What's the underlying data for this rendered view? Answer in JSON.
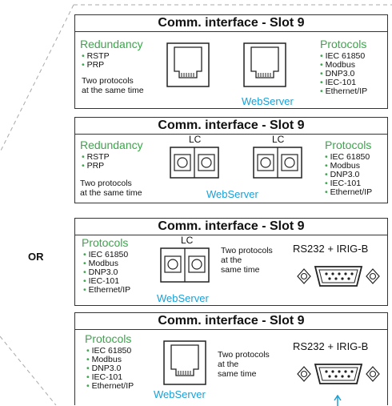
{
  "or_label": "OR",
  "panels": [
    {
      "title": "Comm. interface - Slot 9",
      "left_title": "Redundancy",
      "left_items": [
        "RSTP",
        "PRP"
      ],
      "note": "Two protocols\nat the same time",
      "webserver": "WebServer",
      "right_title": "Protocols",
      "right_items": [
        "IEC 61850",
        "Modbus",
        "DNP3.0",
        "IEC-101",
        "Ethernet/IP"
      ]
    },
    {
      "title": "Comm. interface - Slot 9",
      "left_title": "Redundancy",
      "left_items": [
        "RSTP",
        "PRP"
      ],
      "note": "Two protocols\nat the same time",
      "lc_label": "LC",
      "webserver": "WebServer",
      "right_title": "Protocols",
      "right_items": [
        "IEC 61850",
        "Modbus",
        "DNP3.0",
        "IEC-101",
        "Ethernet/IP"
      ]
    },
    {
      "title": "Comm. interface - Slot 9",
      "left_title": "Protocols",
      "left_items": [
        "IEC 61850",
        "Modbus",
        "DNP3.0",
        "IEC-101",
        "Ethernet/IP"
      ],
      "lc_label": "LC",
      "note": "Two protocols\nat the\nsame time",
      "serial_label": "RS232 + IRIG-B",
      "webserver": "WebServer"
    },
    {
      "title": "Comm. interface - Slot 9",
      "left_title": "Protocols",
      "left_items": [
        "IEC 61850",
        "Modbus",
        "DNP3.0",
        "IEC-101",
        "Ethernet/IP"
      ],
      "note": "Two protocols\nat the\nsame time",
      "serial_label": "RS232 + IRIG-B",
      "webserver": "WebServer"
    }
  ]
}
